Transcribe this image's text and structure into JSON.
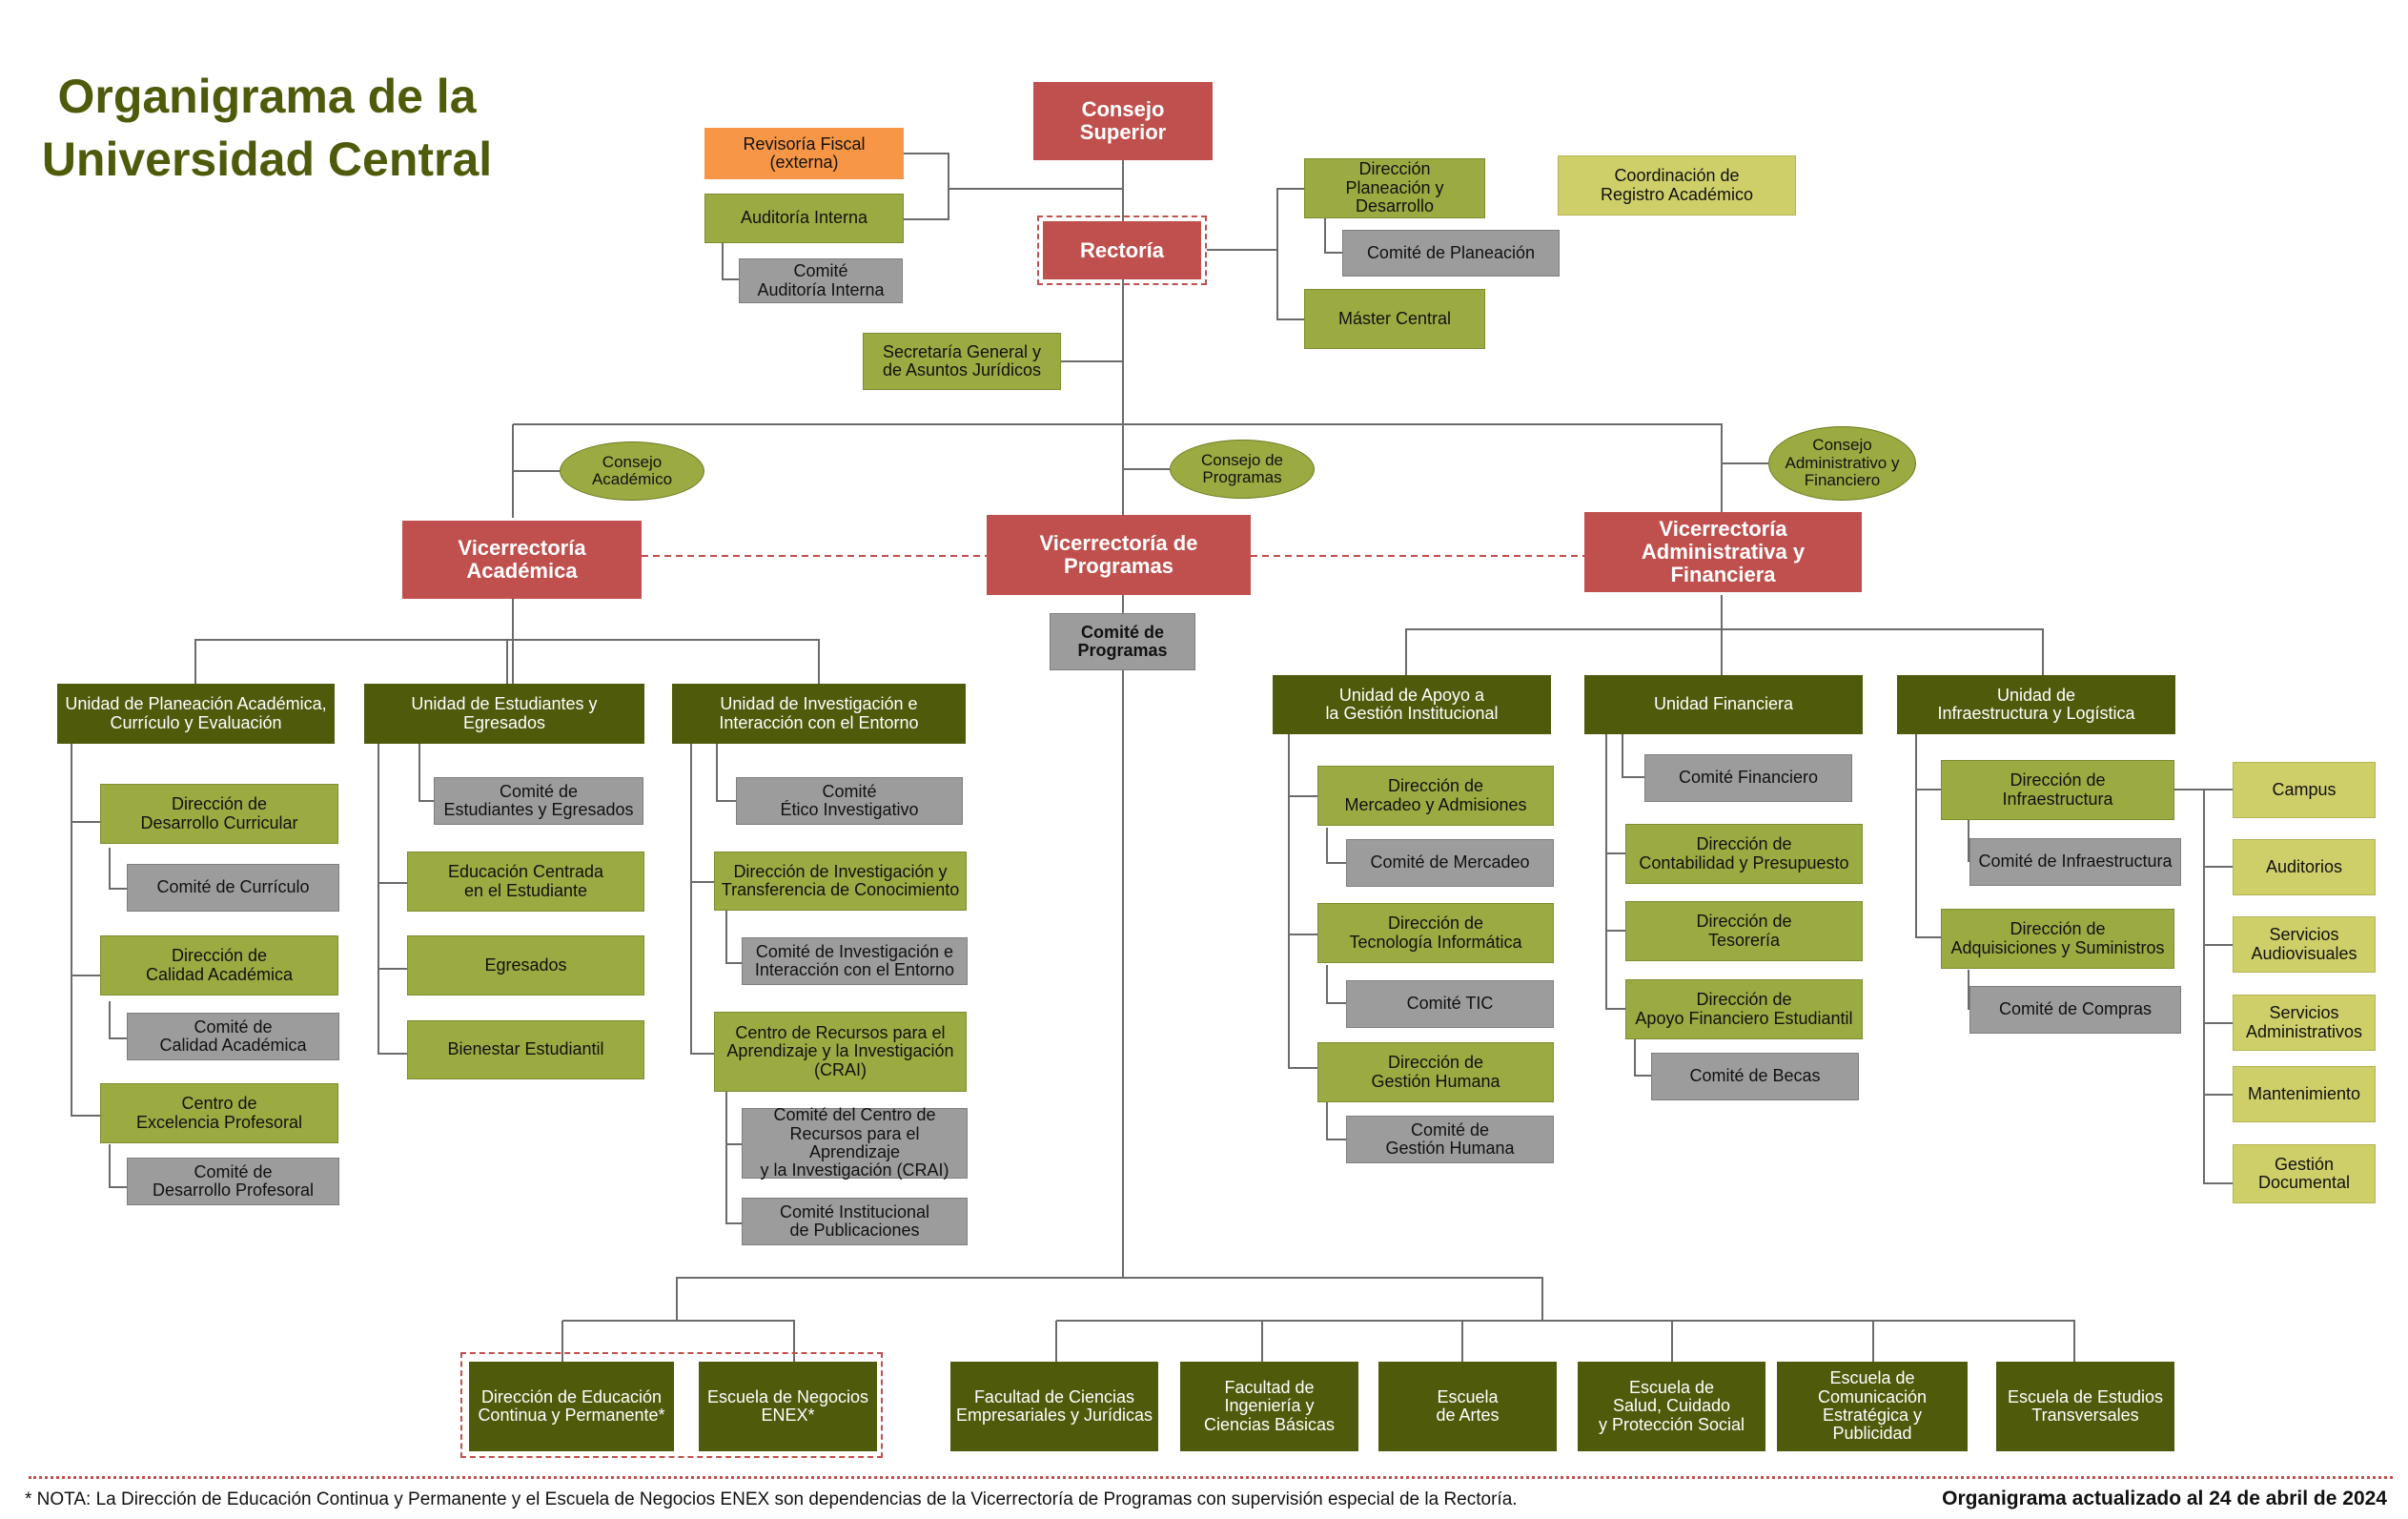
{
  "title": "Organigrama de la\nUniversidad Central",
  "colors": {
    "red": "#c0504d",
    "dark_olive": "#4f5a0b",
    "olive": "#9caa42",
    "gray": "#9c9c9c",
    "light_olive": "#cfcf6a",
    "orange": "#f79646"
  },
  "top": {
    "consejo_superior": "Consejo\nSuperior",
    "revisoria_fiscal": "Revisoría Fiscal\n(externa)",
    "auditoria_interna": "Auditoría Interna",
    "comite_auditoria": "Comité\nAuditoría Interna",
    "rectoria": "Rectoría",
    "direccion_planeacion": "Dirección\nPlaneación y Desarrollo",
    "coordinacion_registro": "Coordinación de\nRegistro Académico",
    "comite_planeacion": "Comité de Planeación",
    "master_central": "Máster Central",
    "secretaria_general": "Secretaría General y\nde Asuntos Jurídicos"
  },
  "councils": {
    "academico": "Consejo\nAcadémico",
    "programas": "Consejo de\nProgramas",
    "administrativo": "Consejo\nAdministrativo y\nFinanciero"
  },
  "vicerrectorias": {
    "academica": "Vicerrectoría\nAcadémica",
    "programas": "Vicerrectoría de\nProgramas",
    "administrativa": "Vicerrectoría\nAdministrativa y Financiera",
    "comite_programas": "Comité de\nProgramas"
  },
  "academica": {
    "unidad_planeacion": "Unidad de Planeación Académica,\nCurrículo y Evaluación",
    "dir_desarrollo_curricular": "Dirección de\nDesarrollo Curricular",
    "comite_curriculo": "Comité de Currículo",
    "dir_calidad": "Dirección de\nCalidad Académica",
    "comite_calidad": "Comité de\nCalidad Académica",
    "centro_excelencia": "Centro de\nExcelencia Profesoral",
    "comite_desarrollo_prof": "Comité de\nDesarrollo Profesoral",
    "unidad_estudiantes": "Unidad de Estudiantes y Egresados",
    "comite_estudiantes": "Comité de\nEstudiantes y Egresados",
    "educacion_centrada": "Educación Centrada\nen el Estudiante",
    "egresados": "Egresados",
    "bienestar": "Bienestar Estudiantil",
    "unidad_investigacion": "Unidad de Investigación e\nInteracción con el Entorno",
    "comite_etico": "Comité\nÉtico Investigativo",
    "dir_investigacion": "Dirección de Investigación y\nTransferencia de Conocimiento",
    "comite_investigacion": "Comité de Investigación e\nInteracción con el Entorno",
    "crai": "Centro de Recursos para el\nAprendizaje y la Investigación\n(CRAI)",
    "comite_crai": "Comité del Centro de\nRecursos para el Aprendizaje\ny la Investigación (CRAI)",
    "comite_publicaciones": "Comité Institucional\nde Publicaciones"
  },
  "administrativa": {
    "unidad_apoyo": "Unidad de Apoyo a\nla Gestión Institucional",
    "dir_mercadeo": "Dirección de\nMercadeo y Admisiones",
    "comite_mercadeo": "Comité de Mercadeo",
    "dir_tecnologia": "Dirección de\nTecnología Informática",
    "comite_tic": "Comité TIC",
    "dir_gestion_humana": "Dirección de\nGestión Humana",
    "comite_gestion_humana": "Comité de\nGestión Humana",
    "unidad_financiera": "Unidad Financiera",
    "comite_financiero": "Comité Financiero",
    "dir_contabilidad": "Dirección de\nContabilidad y Presupuesto",
    "dir_tesoreria": "Dirección de\nTesorería",
    "dir_apoyo_financiero": "Dirección de\nApoyo Financiero Estudiantil",
    "comite_becas": "Comité de Becas",
    "unidad_infraestructura": "Unidad de\nInfraestructura y Logística",
    "dir_infraestructura": "Dirección de\nInfraestructura",
    "comite_infraestructura": "Comité de Infraestructura",
    "dir_adquisiciones": "Dirección de\nAdquisiciones y Suministros",
    "comite_compras": "Comité de Compras",
    "campus": "Campus",
    "auditorios": "Auditorios",
    "audiovisuales": "Servicios\nAudiovisuales",
    "administrativos": "Servicios\nAdministrativos",
    "mantenimiento": "Mantenimiento",
    "gestion_documental": "Gestión\nDocumental"
  },
  "schools": {
    "educacion_continua": "Dirección de Educación\nContinua y Permanente*",
    "enex": "Escuela de Negocios\nENEX*",
    "empresariales": "Facultad de Ciencias\nEmpresariales y Jurídicas",
    "ingenieria": "Facultad de\nIngeniería y\nCiencias Básicas",
    "artes": "Escuela\nde Artes",
    "salud": "Escuela de\nSalud, Cuidado\ny Protección Social",
    "comunicacion": "Escuela de\nComunicación\nEstratégica y Publicidad",
    "transversales": "Escuela de Estudios\nTransversales"
  },
  "footer": {
    "note": "* NOTA: La Dirección de Educación Continua y Permanente y el Escuela de Negocios ENEX son dependencias de la Vicerrectoría de Programas con supervisión especial de la Rectoría.",
    "updated": "Organigrama actualizado al 24 de abril de 2024"
  }
}
